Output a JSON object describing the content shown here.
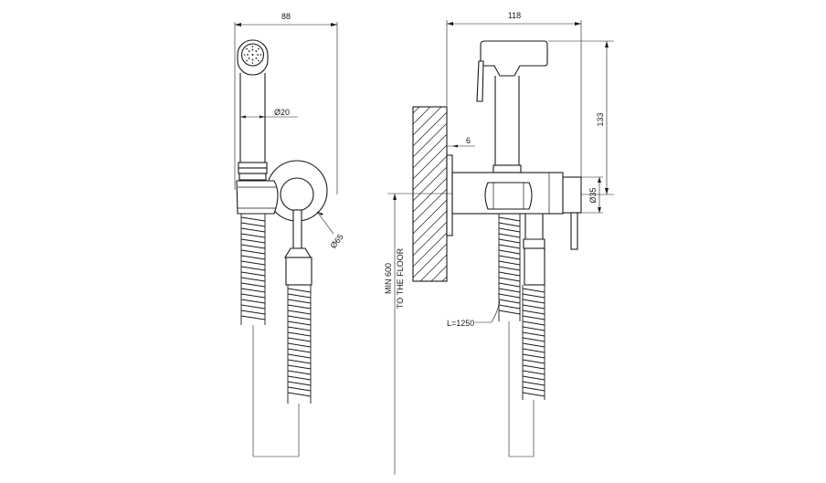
{
  "drawing": {
    "front_view": {
      "width_label": "88",
      "handshower_diameter_label": "Ø20",
      "bracket_diameter_label": "Ø65"
    },
    "side_view": {
      "width_label": "118",
      "wall_offset_label": "6",
      "height_label": "133",
      "body_diameter_label": "Ø35",
      "hose_length_label": "L=1250",
      "floor_note_line1": "MIN 600",
      "floor_note_line2": "TO THE FLOOR"
    }
  }
}
